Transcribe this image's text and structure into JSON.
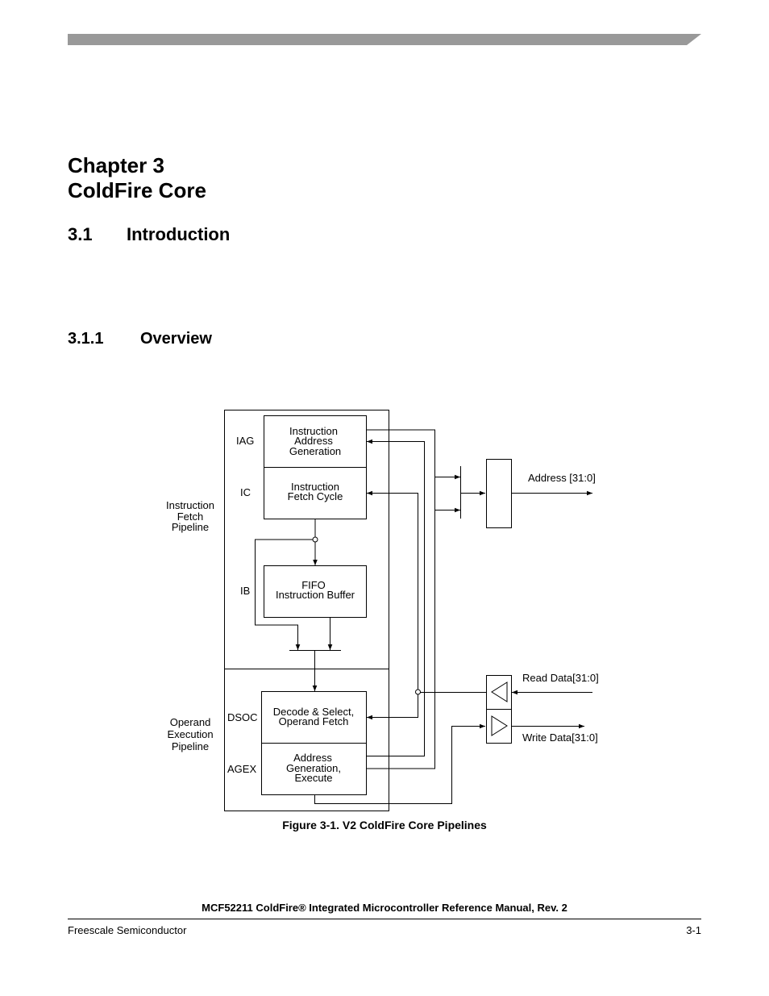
{
  "header": {
    "bar_color": "#999999"
  },
  "chapter": {
    "line1": "Chapter 3",
    "line2": "ColdFire Core"
  },
  "section": {
    "number": "3.1",
    "title": "Introduction"
  },
  "subsection": {
    "number": "3.1.1",
    "title": "Overview"
  },
  "figure": {
    "caption": "Figure 3-1. V2 ColdFire Core Pipelines",
    "group_instruction_fetch": [
      "Instruction",
      "Fetch",
      "Pipeline"
    ],
    "group_operand_execution": [
      "Operand",
      "Execution",
      "Pipeline"
    ],
    "stage_iag": "IAG",
    "stage_ic": "IC",
    "stage_ib": "IB",
    "stage_dsoc": "DSOC",
    "stage_agex": "AGEX",
    "block_iag": [
      "Instruction",
      "Address",
      "Generation"
    ],
    "block_ic": [
      "Instruction",
      "Fetch Cycle"
    ],
    "block_ib": [
      "FIFO",
      "Instruction Buffer"
    ],
    "block_dsoc": [
      "Decode & Select,",
      "Operand Fetch"
    ],
    "block_agex": [
      "Address",
      "Generation,",
      "Execute"
    ],
    "signal_address": "Address [31:0]",
    "signal_read": "Read Data[31:0]",
    "signal_write": "Write Data[31:0]"
  },
  "footer": {
    "title": "MCF52211 ColdFire® Integrated Microcontroller Reference Manual, Rev. 2",
    "publisher": "Freescale Semiconductor",
    "page": "3-1"
  }
}
